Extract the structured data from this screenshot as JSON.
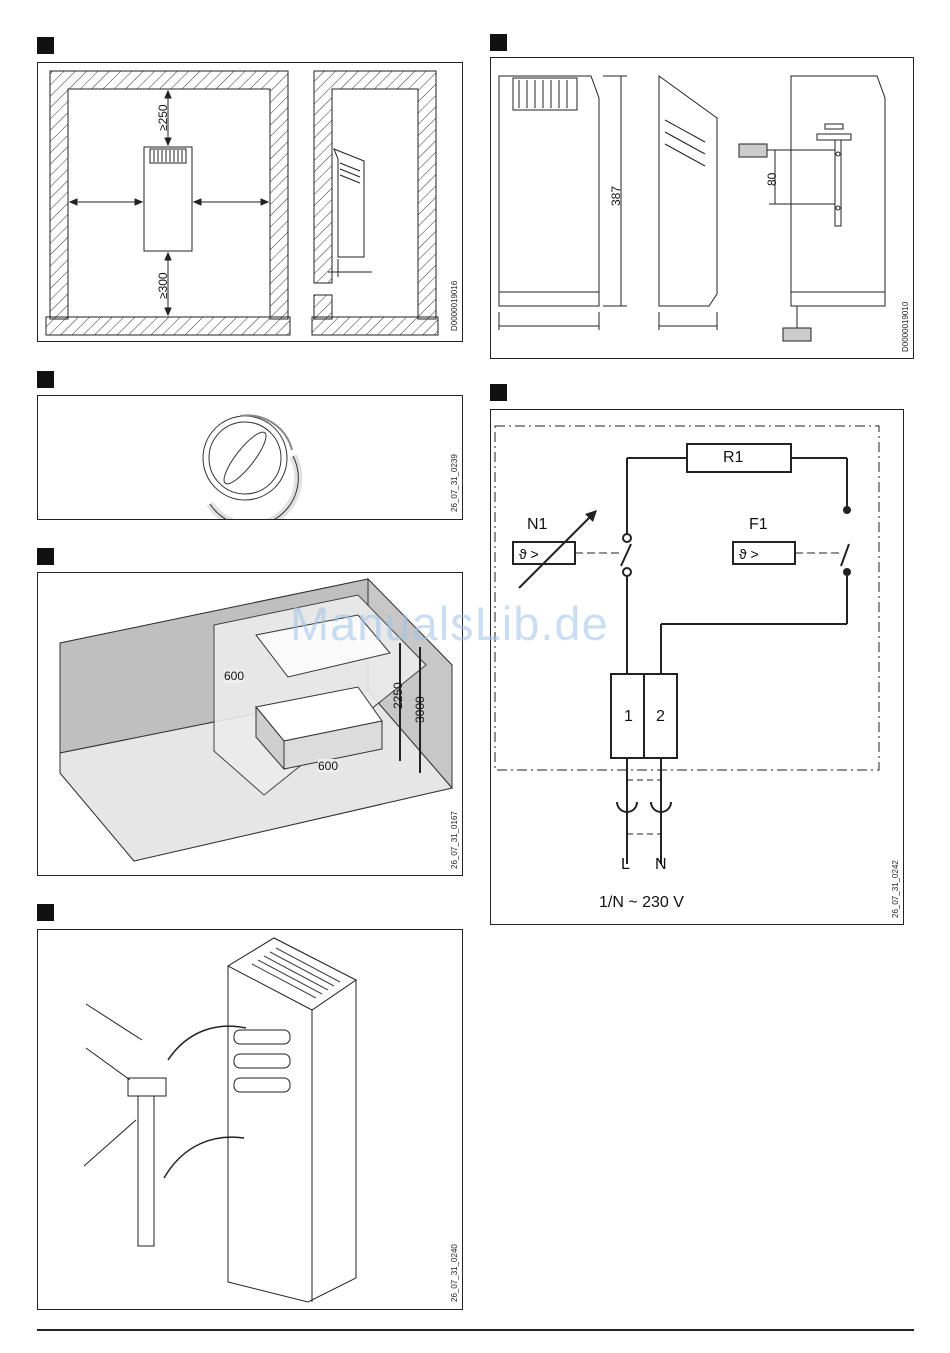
{
  "figure1": {
    "code": "D0000019016",
    "dim_top": "≥250",
    "dim_bottom": "≥300"
  },
  "figure2": {
    "code": "D0000019010",
    "dim_height": "387",
    "dim_spacing": "80"
  },
  "figure3": {
    "code": "26_07_31_0239"
  },
  "figure4": {
    "code": "26_07_31_0167",
    "dim_600_side": "600",
    "dim_600_front": "600",
    "dim_2250": "2250",
    "dim_3000": "3000"
  },
  "figure5": {
    "code": "26_07_31_0240"
  },
  "figure6": {
    "code": "26_07_31_0242",
    "r1": "R1",
    "n1": "N1",
    "f1": "F1",
    "terminal_1": "1",
    "terminal_2": "2",
    "line_l": "L",
    "line_n": "N",
    "supply": "1/N ~ 230 V"
  },
  "watermark": "ManualsLib.de"
}
